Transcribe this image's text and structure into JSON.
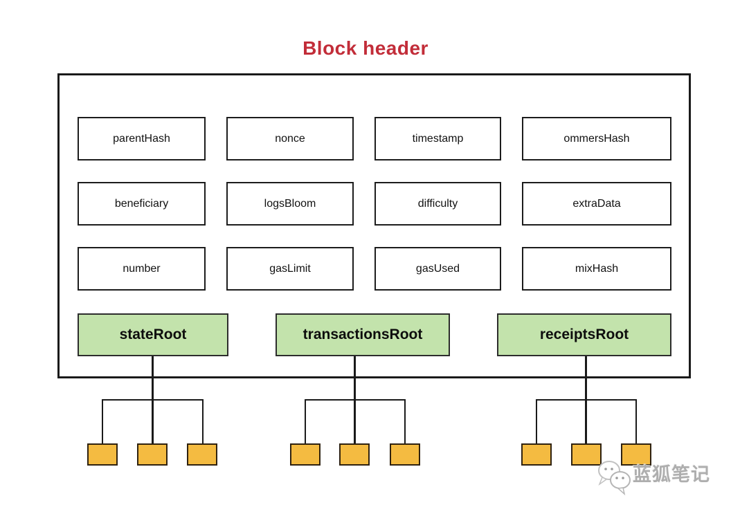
{
  "title": "Block header",
  "block": {
    "rows": [
      [
        "parentHash",
        "nonce",
        "timestamp",
        "ommersHash"
      ],
      [
        "beneficiary",
        "logsBloom",
        "difficulty",
        "extraData"
      ],
      [
        "number",
        "gasLimit",
        "gasUsed",
        "mixHash"
      ]
    ],
    "roots": [
      "stateRoot",
      "transactionsRoot",
      "receiptsRoot"
    ]
  },
  "trees": {
    "roots_with_children": [
      "stateRoot",
      "transactionsRoot",
      "receiptsRoot"
    ],
    "leaves_per_root": 3
  },
  "watermark": {
    "text": "蓝狐笔记",
    "icon": "speech-bubble-face-icon"
  },
  "colors": {
    "title": "#c22d39",
    "root_fill": "#c3e3ac",
    "leaf_fill": "#f4bb41",
    "line": "#1a1a1a",
    "box_border": "#1c1c1c"
  }
}
